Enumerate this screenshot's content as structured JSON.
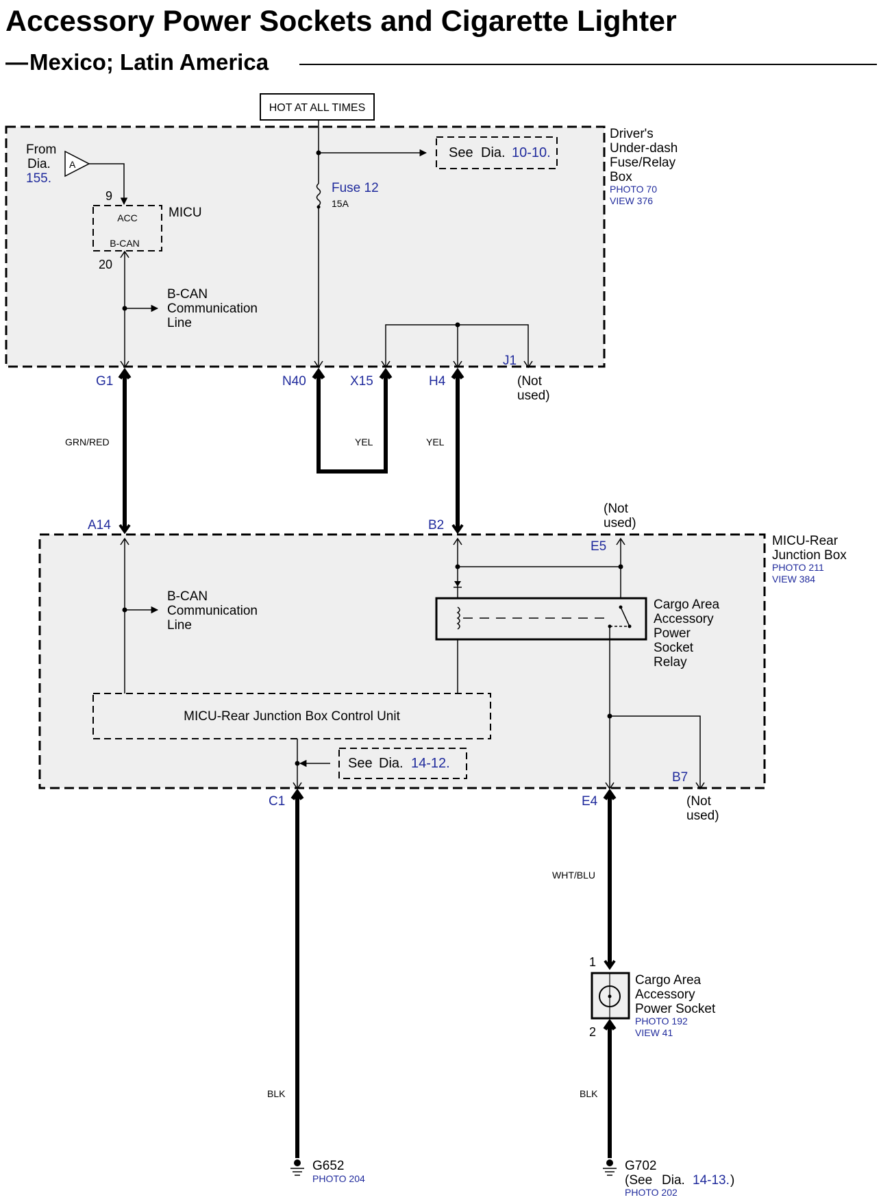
{
  "title": "Accessory Power Sockets and Cigarette Lighter",
  "subtitle": "Mexico; Latin America",
  "dash": "—",
  "hot_at_all_times": "HOT AT ALL TIMES",
  "fuse_box": {
    "name_lines": [
      "Driver's",
      "Under-dash",
      "Fuse/Relay",
      "Box"
    ],
    "photo": "PHOTO 70",
    "view": "VIEW 376"
  },
  "from_dia": {
    "from": "From",
    "dia": "Dia.",
    "number": "155.",
    "connector": "A"
  },
  "micu": {
    "label": "MICU",
    "pin_top": "9",
    "acc": "ACC",
    "bcan": "B-CAN",
    "pin_bottom": "20"
  },
  "see_dia_1": {
    "see": "See",
    "dia": "Dia.",
    "ref": "10-10."
  },
  "fuse": {
    "label": "Fuse 12",
    "rating": "15A"
  },
  "bcan_line_1": [
    "B-CAN",
    "Communication",
    "Line"
  ],
  "connectors_top": {
    "g1": "G1",
    "n40": "N40",
    "x15": "X15",
    "h4": "H4",
    "j1": "J1"
  },
  "not_used_j1": [
    "(Not",
    "used)"
  ],
  "wire_colors": {
    "g1": "GRN/RED",
    "x15": "YEL",
    "h4": "YEL",
    "e4": "WHT/BLU",
    "c1": "BLK",
    "socket": "BLK"
  },
  "rear_box": {
    "name_lines": [
      "MICU-Rear",
      "Junction Box"
    ],
    "photo": "PHOTO 211",
    "view": "VIEW 384",
    "control_unit": "MICU-Rear Junction Box Control Unit"
  },
  "connectors_rear": {
    "a14": "A14",
    "b2": "B2",
    "e5": "E5",
    "b7": "B7",
    "c1": "C1",
    "e4": "E4"
  },
  "not_used_e5": [
    "(Not",
    "used)"
  ],
  "not_used_b7": [
    "(Not",
    "used)"
  ],
  "bcan_line_2": [
    "B-CAN",
    "Communication",
    "Line"
  ],
  "relay": {
    "name_lines": [
      "Cargo Area",
      "Accessory",
      "Power",
      "Socket",
      "Relay"
    ]
  },
  "see_dia_2": {
    "see": "See",
    "dia": "Dia.",
    "ref": "14-12."
  },
  "socket": {
    "pin_top": "1",
    "pin_bottom": "2",
    "name_lines": [
      "Cargo Area",
      "Accessory",
      "Power Socket"
    ],
    "photo": "PHOTO 192",
    "view": "VIEW 41"
  },
  "ground_1": {
    "name": "G652",
    "photo": "PHOTO 204"
  },
  "ground_2": {
    "name": "G702",
    "see": "(See",
    "dia": "Dia.",
    "ref": "14-13.",
    "close": ")",
    "photo": "PHOTO 202"
  }
}
